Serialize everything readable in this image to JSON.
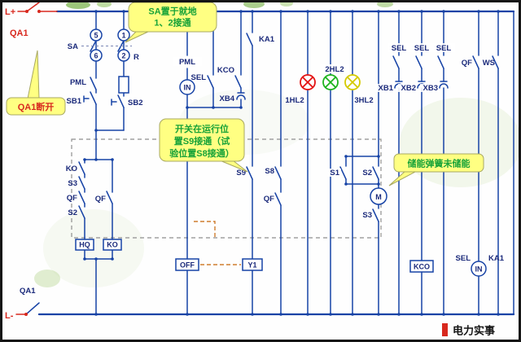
{
  "labels": {
    "l_plus": "L+",
    "l_minus": "L-",
    "qa1_top": "QA1",
    "qa1_bottom": "QA1",
    "sa": "SA",
    "n5": "5",
    "n1": "1",
    "n6": "6",
    "n2": "2",
    "r": "R",
    "pml_left": "PML",
    "pml_mid": "PML",
    "sb1": "SB1",
    "sb2": "SB2",
    "in_mid": "IN",
    "sel_mid": "SEL",
    "kco_mid": "KCO",
    "xb4": "XB4",
    "ka1_top": "KA1",
    "hl2_1": "1HL2",
    "hl2_2": "2HL2",
    "hl2_3": "3HL2",
    "sel_1": "SEL",
    "sel_2": "SEL",
    "sel_3": "SEL",
    "xb1": "XB1",
    "xb2": "XB2",
    "xb3": "XB3",
    "qf_top": "QF",
    "ws": "WS",
    "ko_contact": "KO",
    "s3_left": "S3",
    "qf_left": "QF",
    "s2_left": "S2",
    "qf_mid_left": "QF",
    "hq_box": "HQ",
    "ko_box": "KO",
    "s9": "S9",
    "s8": "S8",
    "qf_mid": "QF",
    "off_box": "OFF",
    "y1_box": "Y1",
    "s1": "S1",
    "s2_right": "S2",
    "motor": "M",
    "s3_right": "S3",
    "kco_box": "KCO",
    "sel_bottom": "SEL",
    "ka1_bottom": "KA1",
    "in_bottom": "IN"
  },
  "callouts": {
    "sa_line1": "SA置于就地",
    "sa_line2": "1、2接通",
    "qa1_open": "QA1断开",
    "run_line1": "开关在运行位",
    "run_line2": "置S9接通（试",
    "run_line3": "验位置S8接通）",
    "spring": "储能弹簧未储能"
  },
  "watermark": "电力实事",
  "colors": {
    "wire": "#1743a6",
    "label": "#1b2a7b",
    "red": "#d8281e",
    "lamp_red": "#e31212",
    "lamp_green": "#1db41d",
    "lamp_yellow": "#d4ca00",
    "callout_bg": "#ffff82",
    "callout_border": "#a8a860",
    "callout_text": "#17a338",
    "dash_orange": "#cf7d2e"
  }
}
